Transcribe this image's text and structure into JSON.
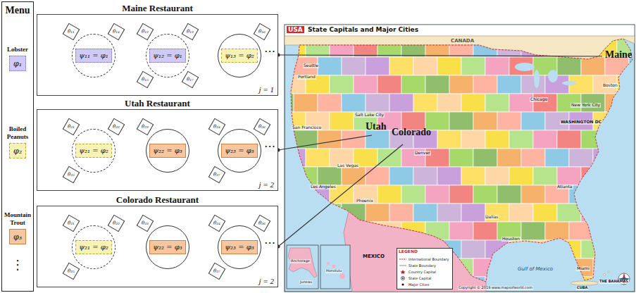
{
  "diagram": {
    "nodes": [
      {
        "text": [
          "Menu",
          "⋮"
        ]
      },
      {
        "text": [
          "Lobster",
          "φ₁"
        ],
        "in": 0
      },
      {
        "text": [
          "Boiled Peanuts",
          "φ₂"
        ],
        "in": 0
      },
      {
        "text": [
          "Mountain Trout",
          "φ₃"
        ],
        "in": 0
      },
      {
        "text": [
          "Maine Restaurant",
          "⋯",
          "j = 1"
        ]
      },
      {
        "text": [
          "ψ₁₁ = φ₁"
        ],
        "in": 4
      },
      {
        "text": [
          "ψ₁₂ = φ₁"
        ],
        "in": 4
      },
      {
        "text": [
          "ψ₁₃ = φ₂"
        ],
        "in": 4
      },
      {
        "text": [
          "θ₁₁"
        ],
        "in": 4
      },
      {
        "text": [
          "θ₁₄"
        ],
        "in": 4
      },
      {
        "text": [
          "θ₁₂"
        ],
        "in": 4
      },
      {
        "text": [
          "θ₁₃"
        ],
        "in": 4
      },
      {
        "text": [
          "θ₁₅"
        ],
        "in": 4
      },
      {
        "text": [
          "θ₁₇"
        ],
        "in": 4
      },
      {
        "text": [
          "θ₁₆"
        ],
        "in": 4
      },
      {
        "text": [
          "Utah Restaurant",
          "⋯",
          "j = 2"
        ]
      },
      {
        "text": [
          "ψ₂₁ = φ₂"
        ],
        "in": 15
      },
      {
        "text": [
          "ψ₂₂ = φ₃"
        ],
        "in": 15
      },
      {
        "text": [
          "ψ₂₃ = φ₃"
        ],
        "in": 15
      },
      {
        "text": [
          "θ₂₁"
        ],
        "in": 15
      },
      {
        "text": [
          "θ₂₂"
        ],
        "in": 15
      },
      {
        "text": [
          "θ₂₅"
        ],
        "in": 15
      },
      {
        "text": [
          "θ₂₃"
        ],
        "in": 15
      },
      {
        "text": [
          "θ₂₄"
        ],
        "in": 15
      },
      {
        "text": [
          "θ₂₆"
        ],
        "in": 15
      },
      {
        "text": [
          "θ₂₇"
        ],
        "in": 15
      },
      {
        "text": [
          "Colorado Restaurant",
          "⋯",
          "j = 2"
        ]
      },
      {
        "text": [
          "ψ₂₁ = φ₂"
        ],
        "in": 26
      },
      {
        "text": [
          "ψ₂₂ = φ₃"
        ],
        "in": 26
      },
      {
        "text": [
          "ψ₂₃ = φ₃"
        ],
        "in": 26
      },
      {
        "text": [
          "θ₂₁"
        ],
        "in": 26
      },
      {
        "text": [
          "θ₂₂"
        ],
        "in": 26
      },
      {
        "text": [
          "θ₂₅"
        ],
        "in": 26
      },
      {
        "text": [
          "θ₂₃"
        ],
        "in": 26
      },
      {
        "text": [
          "θ₂₄"
        ],
        "in": 26
      },
      {
        "text": [
          "θ₂₆"
        ],
        "in": 26
      },
      {
        "text": [
          "θ₂₇"
        ],
        "in": 26
      }
    ],
    "labels": [
      "USA",
      "State Capitals and Major Cities",
      "CANADA",
      "Seattle",
      "Portland",
      "San Francisco",
      "Los Angeles",
      "Las Vegas",
      "Phoenix",
      "Salt Lake City",
      "Denver",
      "Dallas",
      "Houston",
      "Chicago",
      "Atlanta",
      "Miami",
      "WASHINGTON DC",
      "New York City",
      "Boston",
      "MEXICO",
      "Gulf of Mexico",
      "THE BAHAMAS",
      "CUBA",
      "Anchorage",
      "Juneau",
      "Honolulu",
      "LEGEND",
      "Copyright © 2019 www.mapsofworld.com",
      "Maine",
      "Utah",
      "Colorado"
    ],
    "legend": [
      {
        "text": "International Boundary"
      },
      {
        "text": "State Boundary"
      },
      {
        "text": "Country Capital"
      },
      {
        "text": "State Capital"
      },
      {
        "text": "Major Cities"
      }
    ]
  }
}
